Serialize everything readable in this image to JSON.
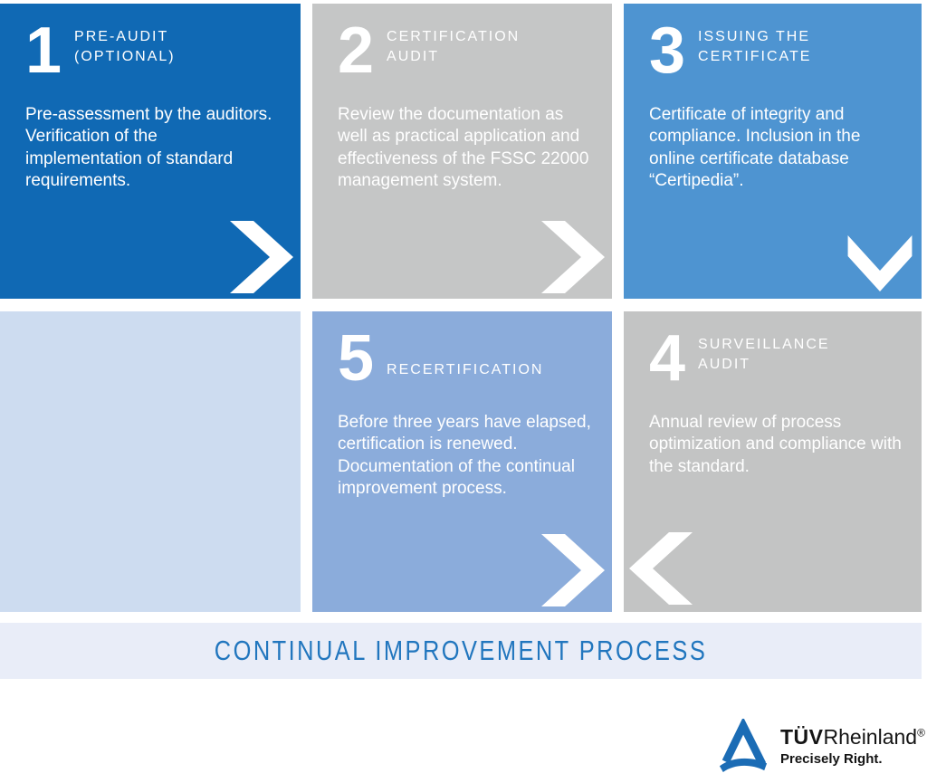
{
  "steps": [
    {
      "number": "1",
      "title": "PRE-AUDIT\n(OPTIONAL)",
      "body": "Pre-assessment by the auditors. Verification of the implementation of standard requirements.",
      "arrow": "right",
      "color": "#1069B4"
    },
    {
      "number": "2",
      "title": "CERTIFICATION\nAUDIT",
      "body": "Review the documentation as well as practical application and effectiveness of the FSSC 22000 management system.",
      "arrow": "right",
      "color": "#C5C6C6"
    },
    {
      "number": "3",
      "title": "ISSUING THE\nCERTIFICATE",
      "body": "Certificate of integrity and compliance. Inclusion in the online certificate database “Certipedia”.",
      "arrow": "down",
      "color": "#4E94D1"
    },
    {
      "number": "4",
      "title": "SURVEILLANCE\nAUDIT",
      "body": "Annual review of process optimization and compliance with the standard.",
      "arrow": "left",
      "color": "#C3C4C4"
    },
    {
      "number": "5",
      "title": "RECERTIFICATION",
      "body": "Before three years have elapsed, certification is renewed. Documentation of the continual improvement process.",
      "arrow": "right",
      "color": "#8BACDB"
    }
  ],
  "banner": {
    "label": "CONTINUAL IMPROVEMENT PROCESS",
    "background": "#E9EDF8",
    "text_color": "#2176BE"
  },
  "logo": {
    "brand_bold": "TÜV",
    "brand_regular": "Rheinland",
    "registered": "®",
    "tagline": "Precisely Right.",
    "triangle_color": "#1B6CB5"
  },
  "colors": {
    "step1": "#1069B4",
    "step2": "#C5C6C6",
    "step3": "#4E94D1",
    "step4": "#C3C4C4",
    "step5": "#8BACDB",
    "filler": "#CDDCF0",
    "text_on_boxes": "#FFFFFF"
  }
}
